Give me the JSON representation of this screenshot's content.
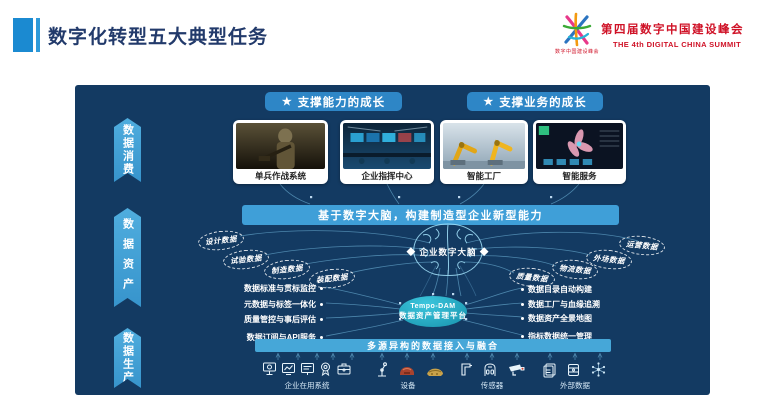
{
  "header": {
    "title": "数字化转型五大典型任务",
    "logo": {
      "mark": "数",
      "mark_caption": "数字中国建设峰会",
      "title": "第四届数字中国建设峰会",
      "subtitle": "THE 4th DIGITAL CHINA SUMMIT"
    }
  },
  "colors": {
    "panel_bg": "#133a62",
    "ribbon_blue": "#3f9fd8",
    "pill_blue": "#2e86c6",
    "banner_blue": "#3f9fd8",
    "platform_teal": "#1792ac",
    "title_navy": "#223a6b",
    "logo_red": "#cf1126",
    "line_cyan": "#7cc5ea"
  },
  "sidebar_ribbons": [
    {
      "label": "数据消费"
    },
    {
      "label": "数据资产"
    },
    {
      "label": "数据生产"
    }
  ],
  "top_pills": [
    {
      "star": "★",
      "label": "支撑能力的成长"
    },
    {
      "star": "★",
      "label": "支撑业务的成长"
    }
  ],
  "cards": [
    {
      "caption": "单兵作战系统",
      "image": "soldier-combat-scene"
    },
    {
      "caption": "企业指挥中心",
      "image": "command-center-scene"
    },
    {
      "caption": "智能工厂",
      "image": "smart-factory-scene"
    },
    {
      "caption": "智能服务",
      "image": "smart-service-scene"
    }
  ],
  "mid_banner": "基于数字大脑，构建制造型企业新型能力",
  "brain_label": "◆ 企业数字大脑 ◆",
  "left_ovals": [
    "设计数据",
    "试验数据",
    "制造数据",
    "装配数据"
  ],
  "right_ovals": [
    "质量数据",
    "物流数据",
    "外场数据",
    "运营数据"
  ],
  "left_items": [
    "数据标准与贯标监控",
    "元数据与标签一体化",
    "质量管控与事后评估",
    "数据订阅与API服务"
  ],
  "right_items": [
    "数据目录自动构建",
    "数据工厂与血缘追溯",
    "数据资产全景地图",
    "指标数据统一管理"
  ],
  "platform": {
    "line1": "Tempo-DAM",
    "line2": "数据资产管理平台"
  },
  "bottom_banner": "多源异构的数据接入与融合",
  "bottom_groups": [
    {
      "label": "企业在用系统",
      "icons": [
        "monitor-icon",
        "chart-monitor-icon",
        "screen-icon",
        "badge-icon",
        "briefcase-icon"
      ]
    },
    {
      "label": "设备",
      "icons": [
        "robot-arm-icon",
        "machine-icon",
        "engine-icon"
      ]
    },
    {
      "label": "传感器",
      "icons": [
        "thermo-gun-icon",
        "vest-sensor-icon",
        "camera-icon"
      ]
    },
    {
      "label": "外部数据",
      "icons": [
        "documents-icon",
        "database-icon",
        "network-icon"
      ]
    }
  ]
}
